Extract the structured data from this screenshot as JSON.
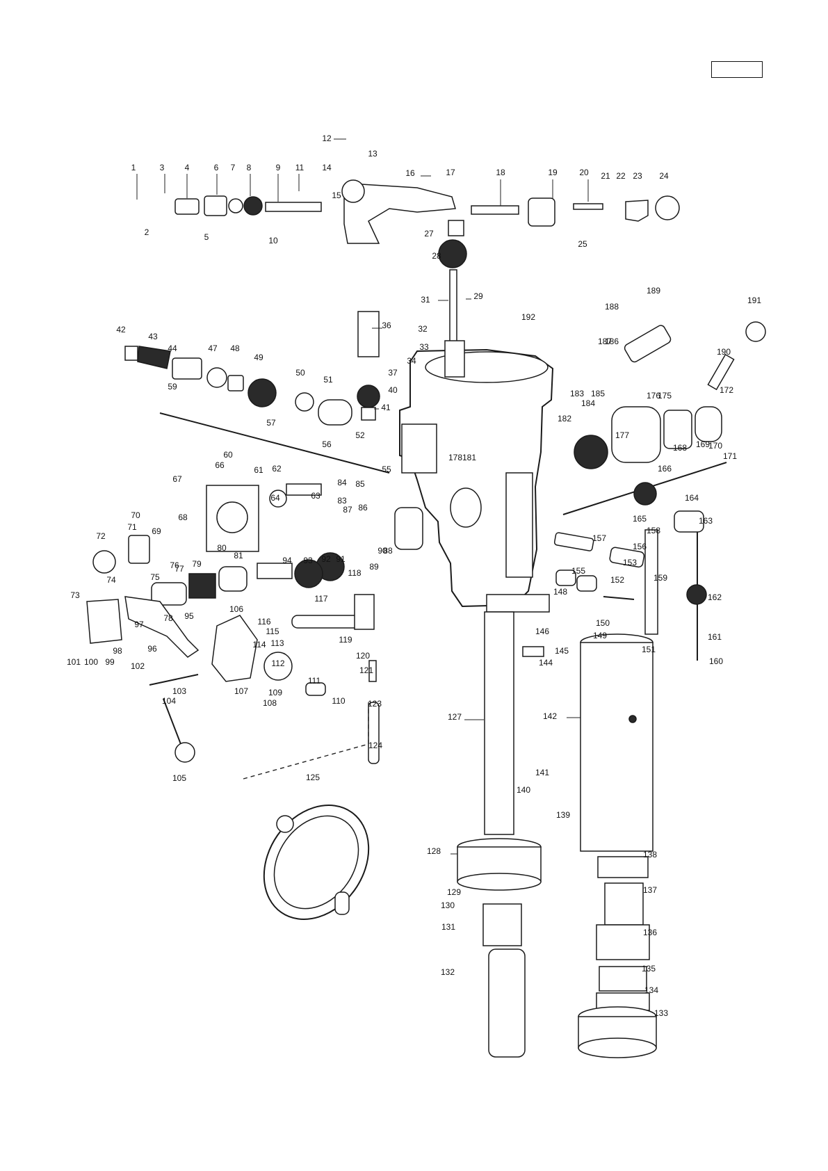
{
  "labels": [
    "1",
    "2",
    "3",
    "4",
    "5",
    "6",
    "7",
    "8",
    "9",
    "10",
    "11",
    "12",
    "13",
    "14",
    "15",
    "16",
    "17",
    "18",
    "19",
    "20",
    "21",
    "22",
    "23",
    "24",
    "25",
    "27",
    "28",
    "29",
    "31",
    "32",
    "33",
    "34",
    "36",
    "37",
    "40",
    "41",
    "42",
    "43",
    "44",
    "47",
    "48",
    "49",
    "50",
    "51",
    "52",
    "55",
    "56",
    "57",
    "59",
    "60",
    "61",
    "62",
    "63",
    "64",
    "66",
    "67",
    "68",
    "69",
    "70",
    "71",
    "72",
    "73",
    "74",
    "75",
    "76",
    "77",
    "78",
    "79",
    "80",
    "81",
    "83",
    "84",
    "85",
    "86",
    "87",
    "88",
    "89",
    "90",
    "91",
    "92",
    "93",
    "94",
    "95",
    "96",
    "97",
    "98",
    "99",
    "100",
    "101",
    "102",
    "103",
    "104",
    "105",
    "106",
    "107",
    "108",
    "109",
    "110",
    "111",
    "112",
    "113",
    "114",
    "115",
    "116",
    "117",
    "118",
    "119",
    "120",
    "121",
    "123",
    "124",
    "125",
    "127",
    "128",
    "129",
    "130",
    "131",
    "132",
    "133",
    "134",
    "135",
    "136",
    "137",
    "138",
    "139",
    "140",
    "141",
    "142",
    "144",
    "145",
    "146",
    "148",
    "149",
    "150",
    "151",
    "152",
    "153",
    "155",
    "156",
    "157",
    "158",
    "159",
    "160",
    "161",
    "162",
    "163",
    "164",
    "165",
    "166",
    "168",
    "169",
    "170",
    "171",
    "172",
    "175",
    "176",
    "177",
    "178",
    "181",
    "182",
    "183",
    "184",
    "185",
    "186",
    "187",
    "188",
    "189",
    "190",
    "191",
    "192"
  ]
}
